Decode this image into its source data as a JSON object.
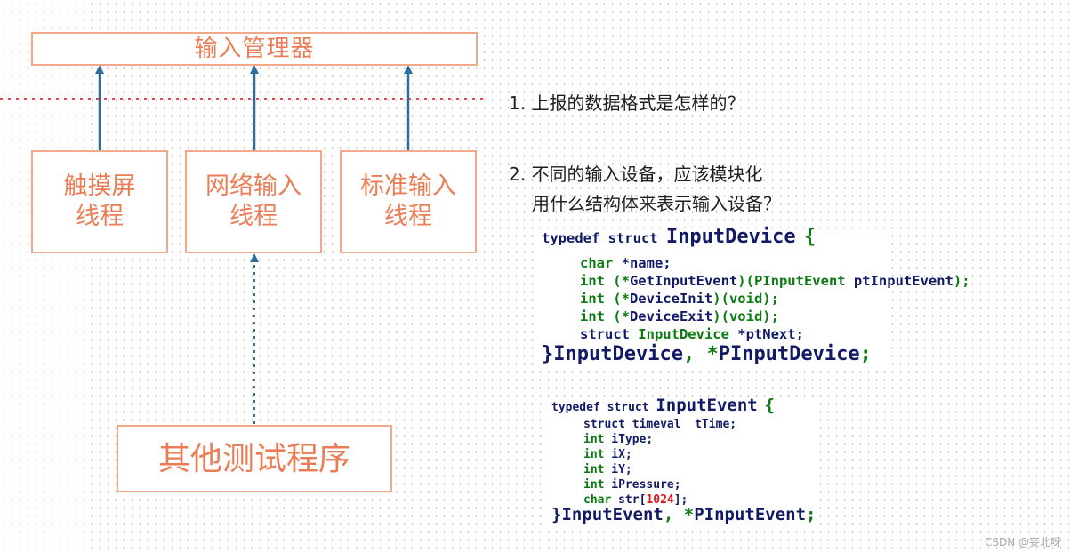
{
  "diagram": {
    "manager_label": "输入管理器",
    "threads": [
      "触摸屏\n线程",
      "网络输入\n线程",
      "标准输入\n线程"
    ],
    "test_program_label": "其他测试程序",
    "questions": {
      "q1": "1. 上报的数据格式是怎样的？",
      "q2_line1": "2. 不同的输入设备，应该模块化",
      "q2_line2": "用什么结构体来表示输入设备？"
    }
  },
  "code_input_device": {
    "kw_typedef": "typedef",
    "kw_struct": "struct",
    "name": "InputDevice",
    "lbrace": "{",
    "f1_type": "char",
    "f1_rest": "*name;",
    "f2_type": "int",
    "f2_open": "(*",
    "f2_name": "GetInputEvent",
    "f2_mid": ")(",
    "f2_ptype": "PInputEvent",
    "f2_param": "ptInputEvent",
    "f2_close": ");",
    "f3_type": "int",
    "f3_open": "(*",
    "f3_name": "DeviceInit",
    "f3_mid": ")(",
    "f3_void": "void",
    "f3_close": ");",
    "f4_type": "int",
    "f4_open": "(*",
    "f4_name": "DeviceExit",
    "f4_mid": ")(",
    "f4_void": "void",
    "f4_close": ");",
    "f5_kw": "struct",
    "f5_type": "InputDevice",
    "f5_rest": "*ptNext;",
    "close_brace": "}",
    "alias1": "InputDevice",
    "comma": ", ",
    "star": "*",
    "alias2": "PInputDevice",
    "semi": ";"
  },
  "code_input_event": {
    "kw_typedef": "typedef",
    "kw_struct": "struct",
    "name": "InputEvent",
    "lbrace": "{",
    "f1_kw": "struct",
    "f1_type": "timeval",
    "f1_name": "tTime;",
    "f2_type": "int",
    "f2_name": "iType;",
    "f3_type": "int",
    "f3_name": "iX;",
    "f4_type": "int",
    "f4_name": "iY;",
    "f5_type": "int",
    "f5_name": "iPressure;",
    "f6_type": "char",
    "f6_name": "str[",
    "f6_num": "1024",
    "f6_end": "];",
    "close_brace": "}",
    "alias1": "InputEvent",
    "comma": ", ",
    "star": "*",
    "alias2": "PInputEvent",
    "semi": ";"
  },
  "watermark": "CSDN @妄北呀",
  "colors": {
    "box_border": "#f2a98a",
    "box_text": "#ea7d55",
    "arrow": "#2e6e9e",
    "separator": "#f0444a",
    "code_text": "#121a66",
    "code_keyword": "#0b7a12",
    "code_number": "#e0161b"
  }
}
